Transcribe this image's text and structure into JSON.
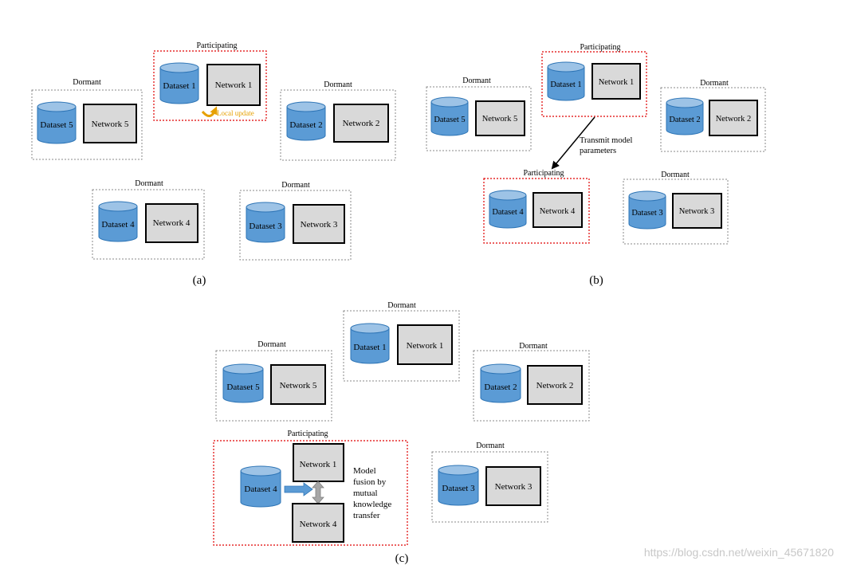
{
  "panels": {
    "a": {
      "caption": "(a)",
      "nodes": [
        {
          "status": "Participating",
          "dataset": "Dataset 1",
          "network": "Network 1",
          "state": "participating"
        },
        {
          "status": "Dormant",
          "dataset": "Dataset 2",
          "network": "Network 2",
          "state": "dormant"
        },
        {
          "status": "Dormant",
          "dataset": "Dataset 3",
          "network": "Network 3",
          "state": "dormant"
        },
        {
          "status": "Dormant",
          "dataset": "Dataset 4",
          "network": "Network 4",
          "state": "dormant"
        },
        {
          "status": "Dormant",
          "dataset": "Dataset 5",
          "network": "Network 5",
          "state": "dormant"
        }
      ],
      "annotation": "Local update"
    },
    "b": {
      "caption": "(b)",
      "nodes": [
        {
          "status": "Participating",
          "dataset": "Dataset 1",
          "network": "Network 1",
          "state": "participating"
        },
        {
          "status": "Dormant",
          "dataset": "Dataset 2",
          "network": "Network 2",
          "state": "dormant"
        },
        {
          "status": "Dormant",
          "dataset": "Dataset 3",
          "network": "Network 3",
          "state": "dormant"
        },
        {
          "status": "Participating",
          "dataset": "Dataset 4",
          "network": "Network 4",
          "state": "participating"
        },
        {
          "status": "Dormant",
          "dataset": "Dataset 5",
          "network": "Network 5",
          "state": "dormant"
        }
      ],
      "arrow_label_line1": "Transmit model",
      "arrow_label_line2": "parameters"
    },
    "c": {
      "caption": "(c)",
      "nodes": [
        {
          "status": "Dormant",
          "dataset": "Dataset 1",
          "network": "Network 1",
          "state": "dormant"
        },
        {
          "status": "Dormant",
          "dataset": "Dataset 2",
          "network": "Network 2",
          "state": "dormant"
        },
        {
          "status": "Dormant",
          "dataset": "Dataset 3",
          "network": "Network 3",
          "state": "dormant"
        },
        {
          "status": "Dormant",
          "dataset": "Dataset 5",
          "network": "Network 5",
          "state": "dormant"
        }
      ],
      "fusion": {
        "status": "Participating",
        "dataset": "Dataset 4",
        "network_top": "Network 1",
        "network_bottom": "Network 4",
        "label_lines": [
          "Model",
          "fusion by",
          "mutual",
          "knowledge",
          "transfer"
        ]
      }
    }
  },
  "watermark": "https://blog.csdn.net/weixin_45671820",
  "colors": {
    "cylinder_fill": "#5b9bd5",
    "cylinder_top": "#9dc3e6",
    "cylinder_stroke": "#2e75b6",
    "network_fill": "#d9d9d9",
    "dormant_border": "#888888",
    "participating_border": "#e00000",
    "local_update": "#e6a000",
    "fusion_arrow": "#5b9bd5",
    "bidir_arrow": "#a6a6a6"
  }
}
